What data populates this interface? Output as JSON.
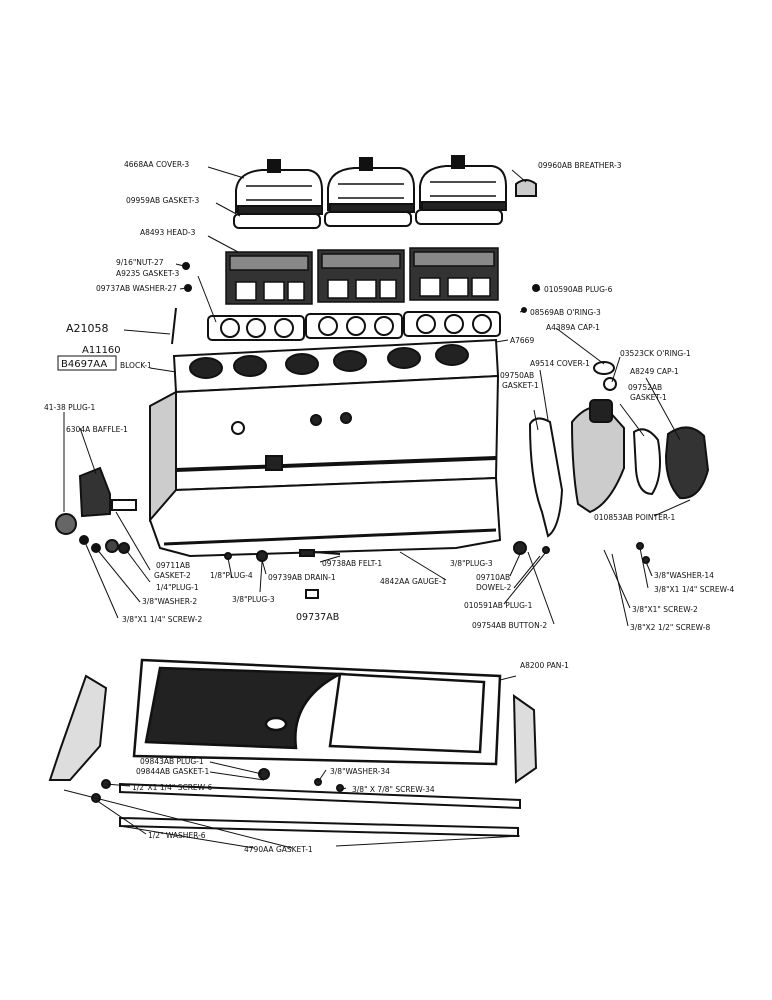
{
  "labels": {
    "cover3": "4668AA COVER-3",
    "breather3": "09960AB BREATHER-3",
    "gasket09959": "09959AB GASKET-3",
    "head3": "A8493 HEAD-3",
    "nut27": "9/16\"NUT-27",
    "gasket9235": "A9235 GASKET-3",
    "washer27": "09737AB WASHER-27",
    "a21058": "A21058",
    "a11160": "A11160",
    "b4697": "B4697AA",
    "block1": "BLOCK-1",
    "plug6": "010590AB PLUG-6",
    "oring3": "08569AB O'RING-3",
    "a7669": "A7669",
    "cap4389": "A4389A CAP-1",
    "oring1": "03523CK O'RING-1",
    "cover9514": "A9514 COVER-1",
    "gasket09750": "09750AB",
    "gasket09750b": "GASKET-1",
    "cap8249": "A8249 CAP-1",
    "gasket09752": "09752AB",
    "gasket09752b": "GASKET-1",
    "plug41": "41-38 PLUG-1",
    "baffle": "6304A BAFFLE-1",
    "pointer": "010853AB POINTER-1",
    "gasket09711": "09711AB",
    "gasket09711b": "GASKET-2",
    "plug1": "1/4\"PLUG-1",
    "plug4": "1/8\"PLUG-4",
    "felt": "09738AB FELT-1",
    "drain": "09739AB DRAIN-1",
    "gauge": "4842AA GAUGE-1",
    "plug3a": "3/8\"PLUG-3",
    "dowel": "09710AB",
    "dowelb": "DOWEL-2",
    "washer14": "3/8\"WASHER-14",
    "screw4": "3/8\"X1 1/4\" SCREW-4",
    "washer2": "3/8\"WASHER-2",
    "plug3b": "3/8\"PLUG-3",
    "ab09737": "09737AB",
    "plug010591": "010591AB PLUG-1",
    "screw2a": "3/8\"X1\" SCREW-2",
    "screw2b": "3/8\"X1 1/4\" SCREW-2",
    "button": "09754AB BUTTON-2",
    "screw8": "3/8\"X2 1/2\" SCREW-8",
    "pan": "A8200 PAN-1",
    "plug09843": "09843AB PLUG-1",
    "gasket09844": "09844AB GASKET-1",
    "washer34": "3/8\"WASHER-34",
    "screw6": "1/2\"X1 1/4\" SCREW-6",
    "screw34": "3/8\" X 7/8\" SCREW-34",
    "washer6": "1/2\" WASHER-6",
    "gasket4790": "4790AA GASKET-1"
  }
}
